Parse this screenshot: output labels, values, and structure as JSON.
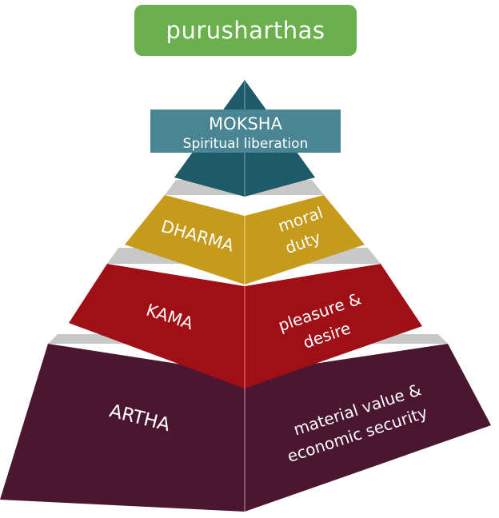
{
  "title": "purusharthas",
  "levels": {
    "moksha": {
      "name": "MOKSHA",
      "meaning": "Spiritual liberation"
    },
    "dharma": {
      "name": "DHARMA",
      "meaning_line1": "moral",
      "meaning_line2": "duty"
    },
    "kama": {
      "name": "KAMA",
      "meaning_line1": "pleasure &",
      "meaning_line2": "desire"
    },
    "artha": {
      "name": "ARTHA",
      "meaning_line1": "material value &",
      "meaning_line2": "economic security"
    }
  },
  "colors": {
    "title_bg": "#6ab04c",
    "moksha": "#1f5a68",
    "moksha_label_bg": "#4a8593",
    "dharma": "#c69a1a",
    "kama": "#a00f16",
    "artha": "#4a1630",
    "step_gray": "#c8c8c8"
  }
}
